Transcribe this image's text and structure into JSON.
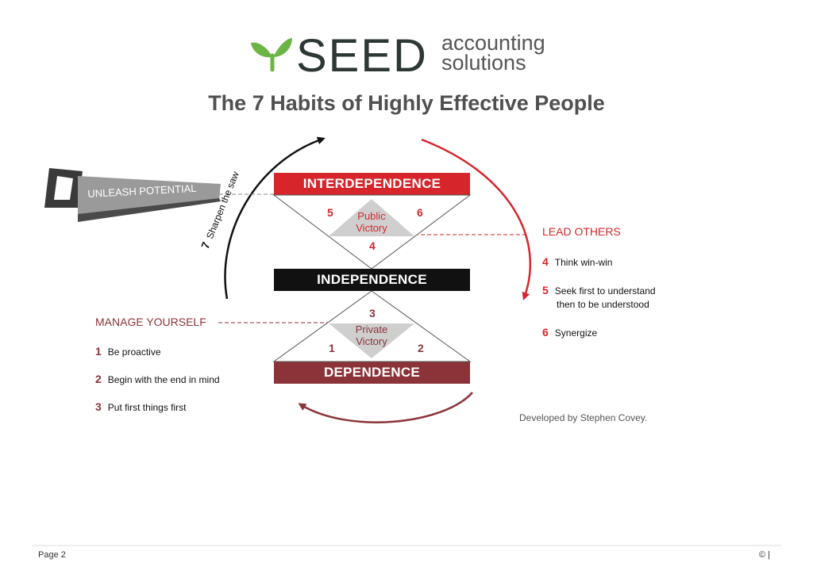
{
  "brand": {
    "seed": "SEED",
    "line1": "accounting",
    "line2": "solutions",
    "colors": {
      "leaf": "#6bb544",
      "text": "#2d3833"
    }
  },
  "title": "The 7 Habits of Highly Effective People",
  "bands": {
    "top": "INTERDEPENDENCE",
    "middle": "INDEPENDENCE",
    "bottom": "DEPENDENCE"
  },
  "public": {
    "label_line1": "Public",
    "label_line2": "Victory",
    "left": "5",
    "right": "6",
    "bottom": "4"
  },
  "private": {
    "label_line1": "Private",
    "label_line2": "Victory",
    "top": "3",
    "left": "1",
    "right": "2"
  },
  "saw": {
    "label": "UNLEASH POTENTIAL",
    "arc_number": "7",
    "arc_text": "Sharpen the saw"
  },
  "lead": {
    "heading": "LEAD OTHERS",
    "items": [
      {
        "num": "4",
        "line1": "Think win-win",
        "line2": ""
      },
      {
        "num": "5",
        "line1": "Seek first to understand",
        "line2": "then to be understood"
      },
      {
        "num": "6",
        "line1": "Synergize",
        "line2": ""
      }
    ]
  },
  "manage": {
    "heading": "MANAGE YOURSELF",
    "items": [
      {
        "num": "1",
        "text": "Be proactive"
      },
      {
        "num": "2",
        "text": "Begin with the end in mind"
      },
      {
        "num": "3",
        "text": "Put first things first"
      }
    ]
  },
  "credit": "Developed by Stephen Covey.",
  "footer": {
    "page": "Page 2",
    "copyright": "© |"
  },
  "colors": {
    "red": "#d6262c",
    "maroon": "#8b3339",
    "black": "#111111",
    "gray": "#cfcfcf"
  }
}
